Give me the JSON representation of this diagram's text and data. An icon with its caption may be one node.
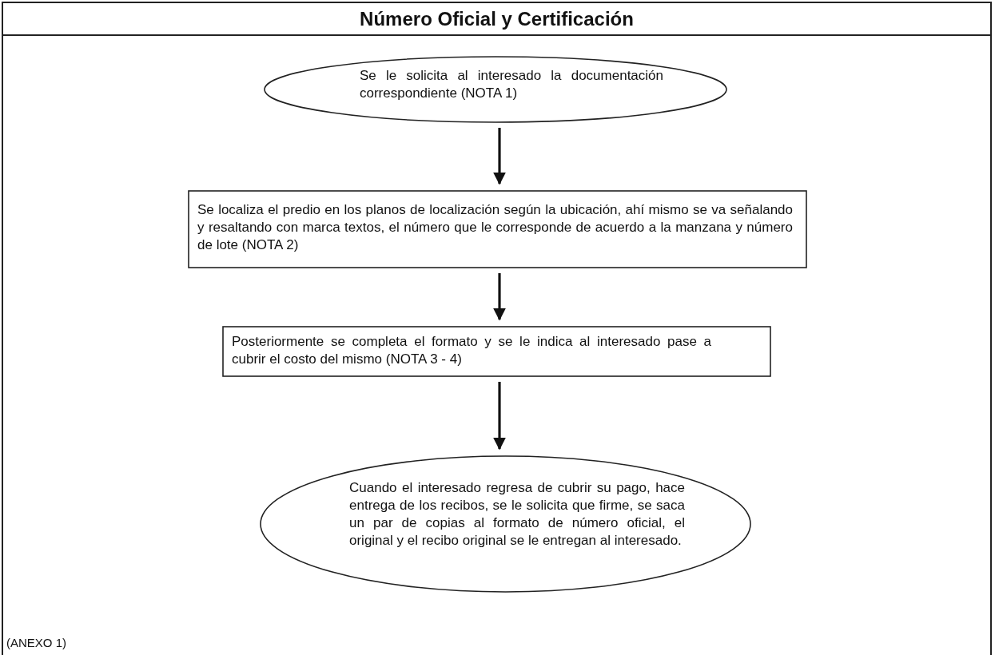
{
  "diagram": {
    "title": "Número Oficial y Certificación",
    "nodes": [
      {
        "text": [
          "Se le solicita al interesado la documentación correspondiente (NOTA 1)"
        ]
      },
      {
        "text": [
          "Se localiza el predio en los planos de localización según la ubicación, ahí mismo se va señalando y resaltando con marca textos, el número que le corresponde de acuerdo a la manzana y número de lote (NOTA 2)"
        ]
      },
      {
        "text": [
          "Posteriormente se completa el formato y se le indica al interesado pase a cubrir el costo del mismo (NOTA 3 - 4)"
        ]
      },
      {
        "text": [
          "Cuando el interesado regresa de cubrir su pago, hace entrega de los recibos, se le solicita que firme, se saca un par de copias al formato de número oficial, el original y el recibo original se le entregan al interesado."
        ]
      }
    ],
    "edges": [
      {
        "from": 0,
        "to": 1,
        "arrow": "to"
      },
      {
        "from": 1,
        "to": 2,
        "arrow": "to"
      },
      {
        "from": 2,
        "to": 3,
        "arrow": "to"
      }
    ],
    "labels": [
      "(ANEXO 1)"
    ]
  }
}
